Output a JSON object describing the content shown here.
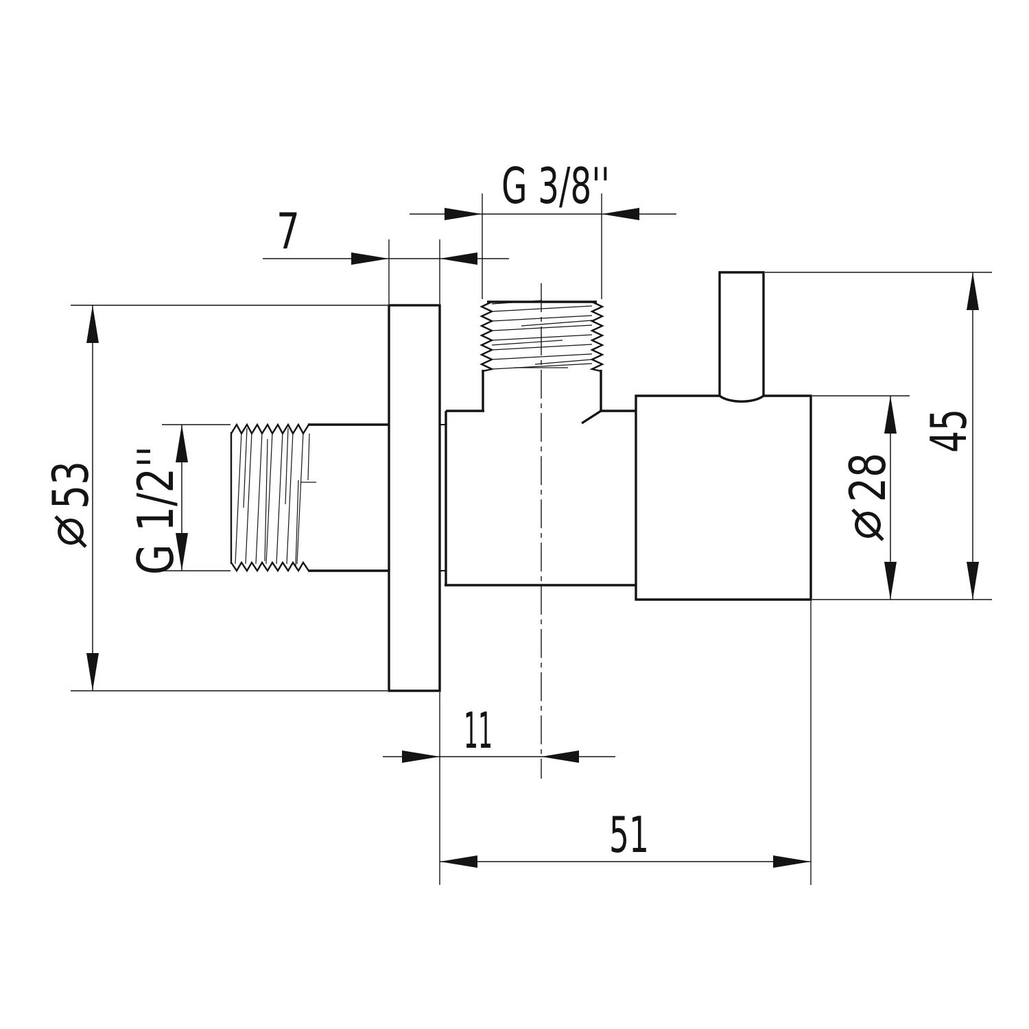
{
  "drawing": {
    "kind": "angle-valve technical drawing",
    "background_color": "#ffffff",
    "line_color": "#141414"
  },
  "dimensions": {
    "outlet_thread": {
      "label": "G 3/8''",
      "value": "G 3/8''",
      "orientation": "horizontal",
      "measures": "outlet thread diameter"
    },
    "flange_thickness": {
      "label": "7",
      "value": "7",
      "orientation": "horizontal",
      "measures": "wall flange thickness"
    },
    "flange_diameter": {
      "label": "Ø 53",
      "symbol": "Ø",
      "value": "53",
      "orientation": "vertical",
      "measures": "flange diameter"
    },
    "inlet_thread": {
      "label": "G 1/2''",
      "value": "G 1/2''",
      "orientation": "vertical",
      "measures": "inlet thread diameter"
    },
    "head_diameter": {
      "label": "Ø 28",
      "symbol": "Ø",
      "value": "28",
      "orientation": "vertical",
      "measures": "valve head diameter"
    },
    "total_height": {
      "label": "45",
      "value": "45",
      "orientation": "vertical",
      "measures": "height from head bottom to stem top"
    },
    "center_offset": {
      "label": "11",
      "value": "11",
      "orientation": "horizontal",
      "measures": "flange face to outlet axis"
    },
    "total_length": {
      "label": "51",
      "value": "51",
      "orientation": "horizontal",
      "measures": "flange face to head face"
    }
  }
}
